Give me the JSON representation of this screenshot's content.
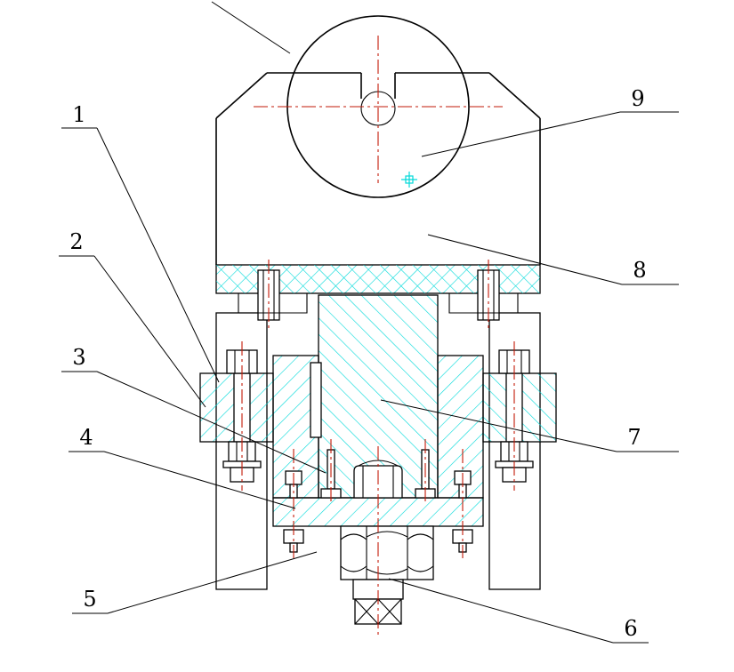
{
  "drawing": {
    "kind": "mechanical-assembly-section-drawing",
    "background": "#ffffff"
  },
  "colors": {
    "outline": "#000000",
    "hatch": "#00d9d9",
    "centerline": "#c21807"
  },
  "callouts": [
    {
      "label": "1"
    },
    {
      "label": "2"
    },
    {
      "label": "3"
    },
    {
      "label": "4"
    },
    {
      "label": "5"
    },
    {
      "label": "6"
    },
    {
      "label": "7"
    },
    {
      "label": "8"
    },
    {
      "label": "9"
    }
  ]
}
